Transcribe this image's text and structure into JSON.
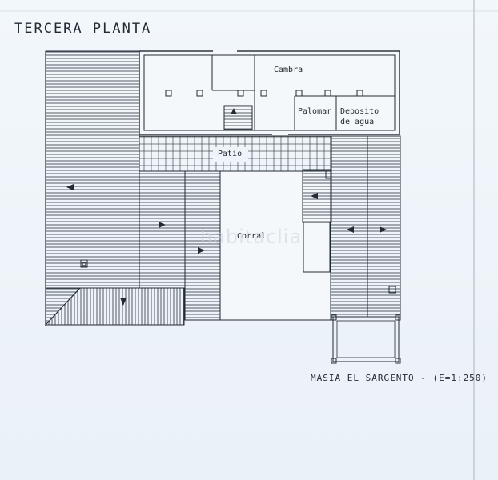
{
  "title": "TERCERA PLANTA",
  "rooms": {
    "cambra": "Cambra",
    "palomar": "Palomar",
    "deposito_line1": "Deposito",
    "deposito_line2": "de agua",
    "patio": "Patio",
    "corral": "Corral"
  },
  "caption": "MASIA EL SARGENTO - (E=1:250)",
  "watermark": "habitaclia",
  "colors": {
    "ink": "#222a33",
    "paper": "#eef4f9"
  }
}
